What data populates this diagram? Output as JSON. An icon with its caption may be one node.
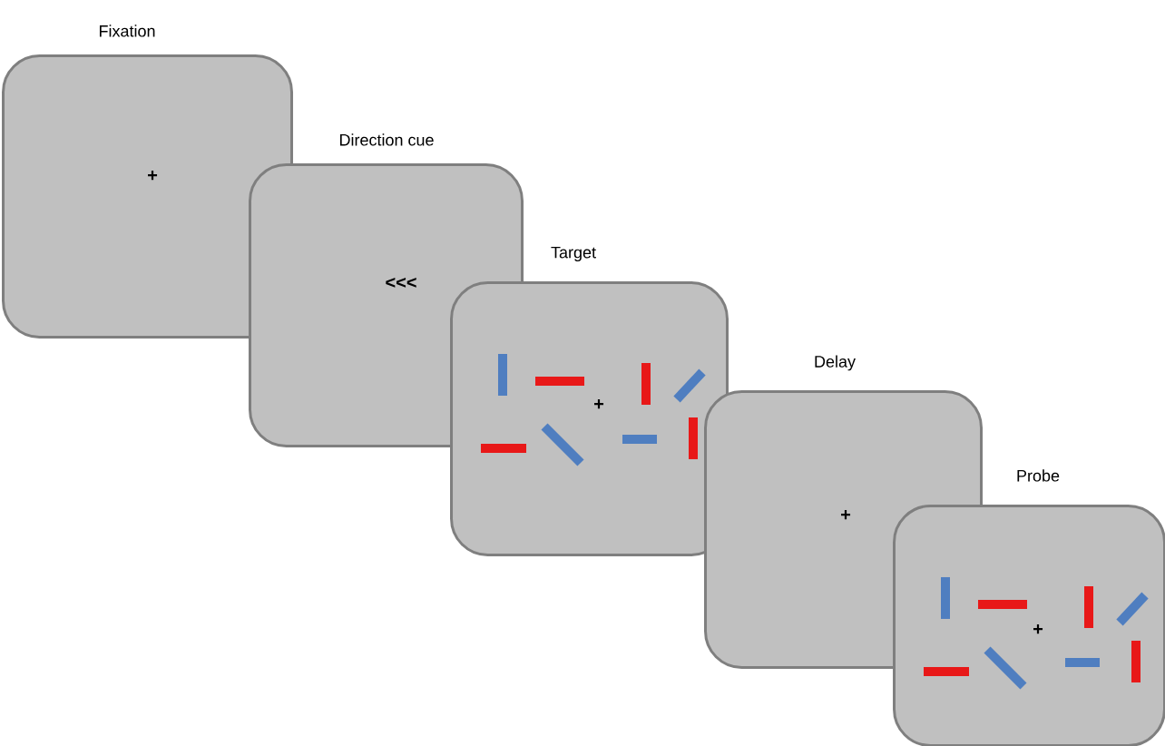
{
  "diagram": {
    "nodes": [
      {
        "text": [
          "Fixation",
          "+"
        ]
      },
      {
        "text": [
          "Direction cue",
          "<<<"
        ]
      },
      {
        "text": [
          "Target",
          "+"
        ]
      },
      {
        "text": [
          "Delay",
          "+"
        ]
      },
      {
        "text": [
          "Probe",
          "+"
        ]
      }
    ]
  }
}
